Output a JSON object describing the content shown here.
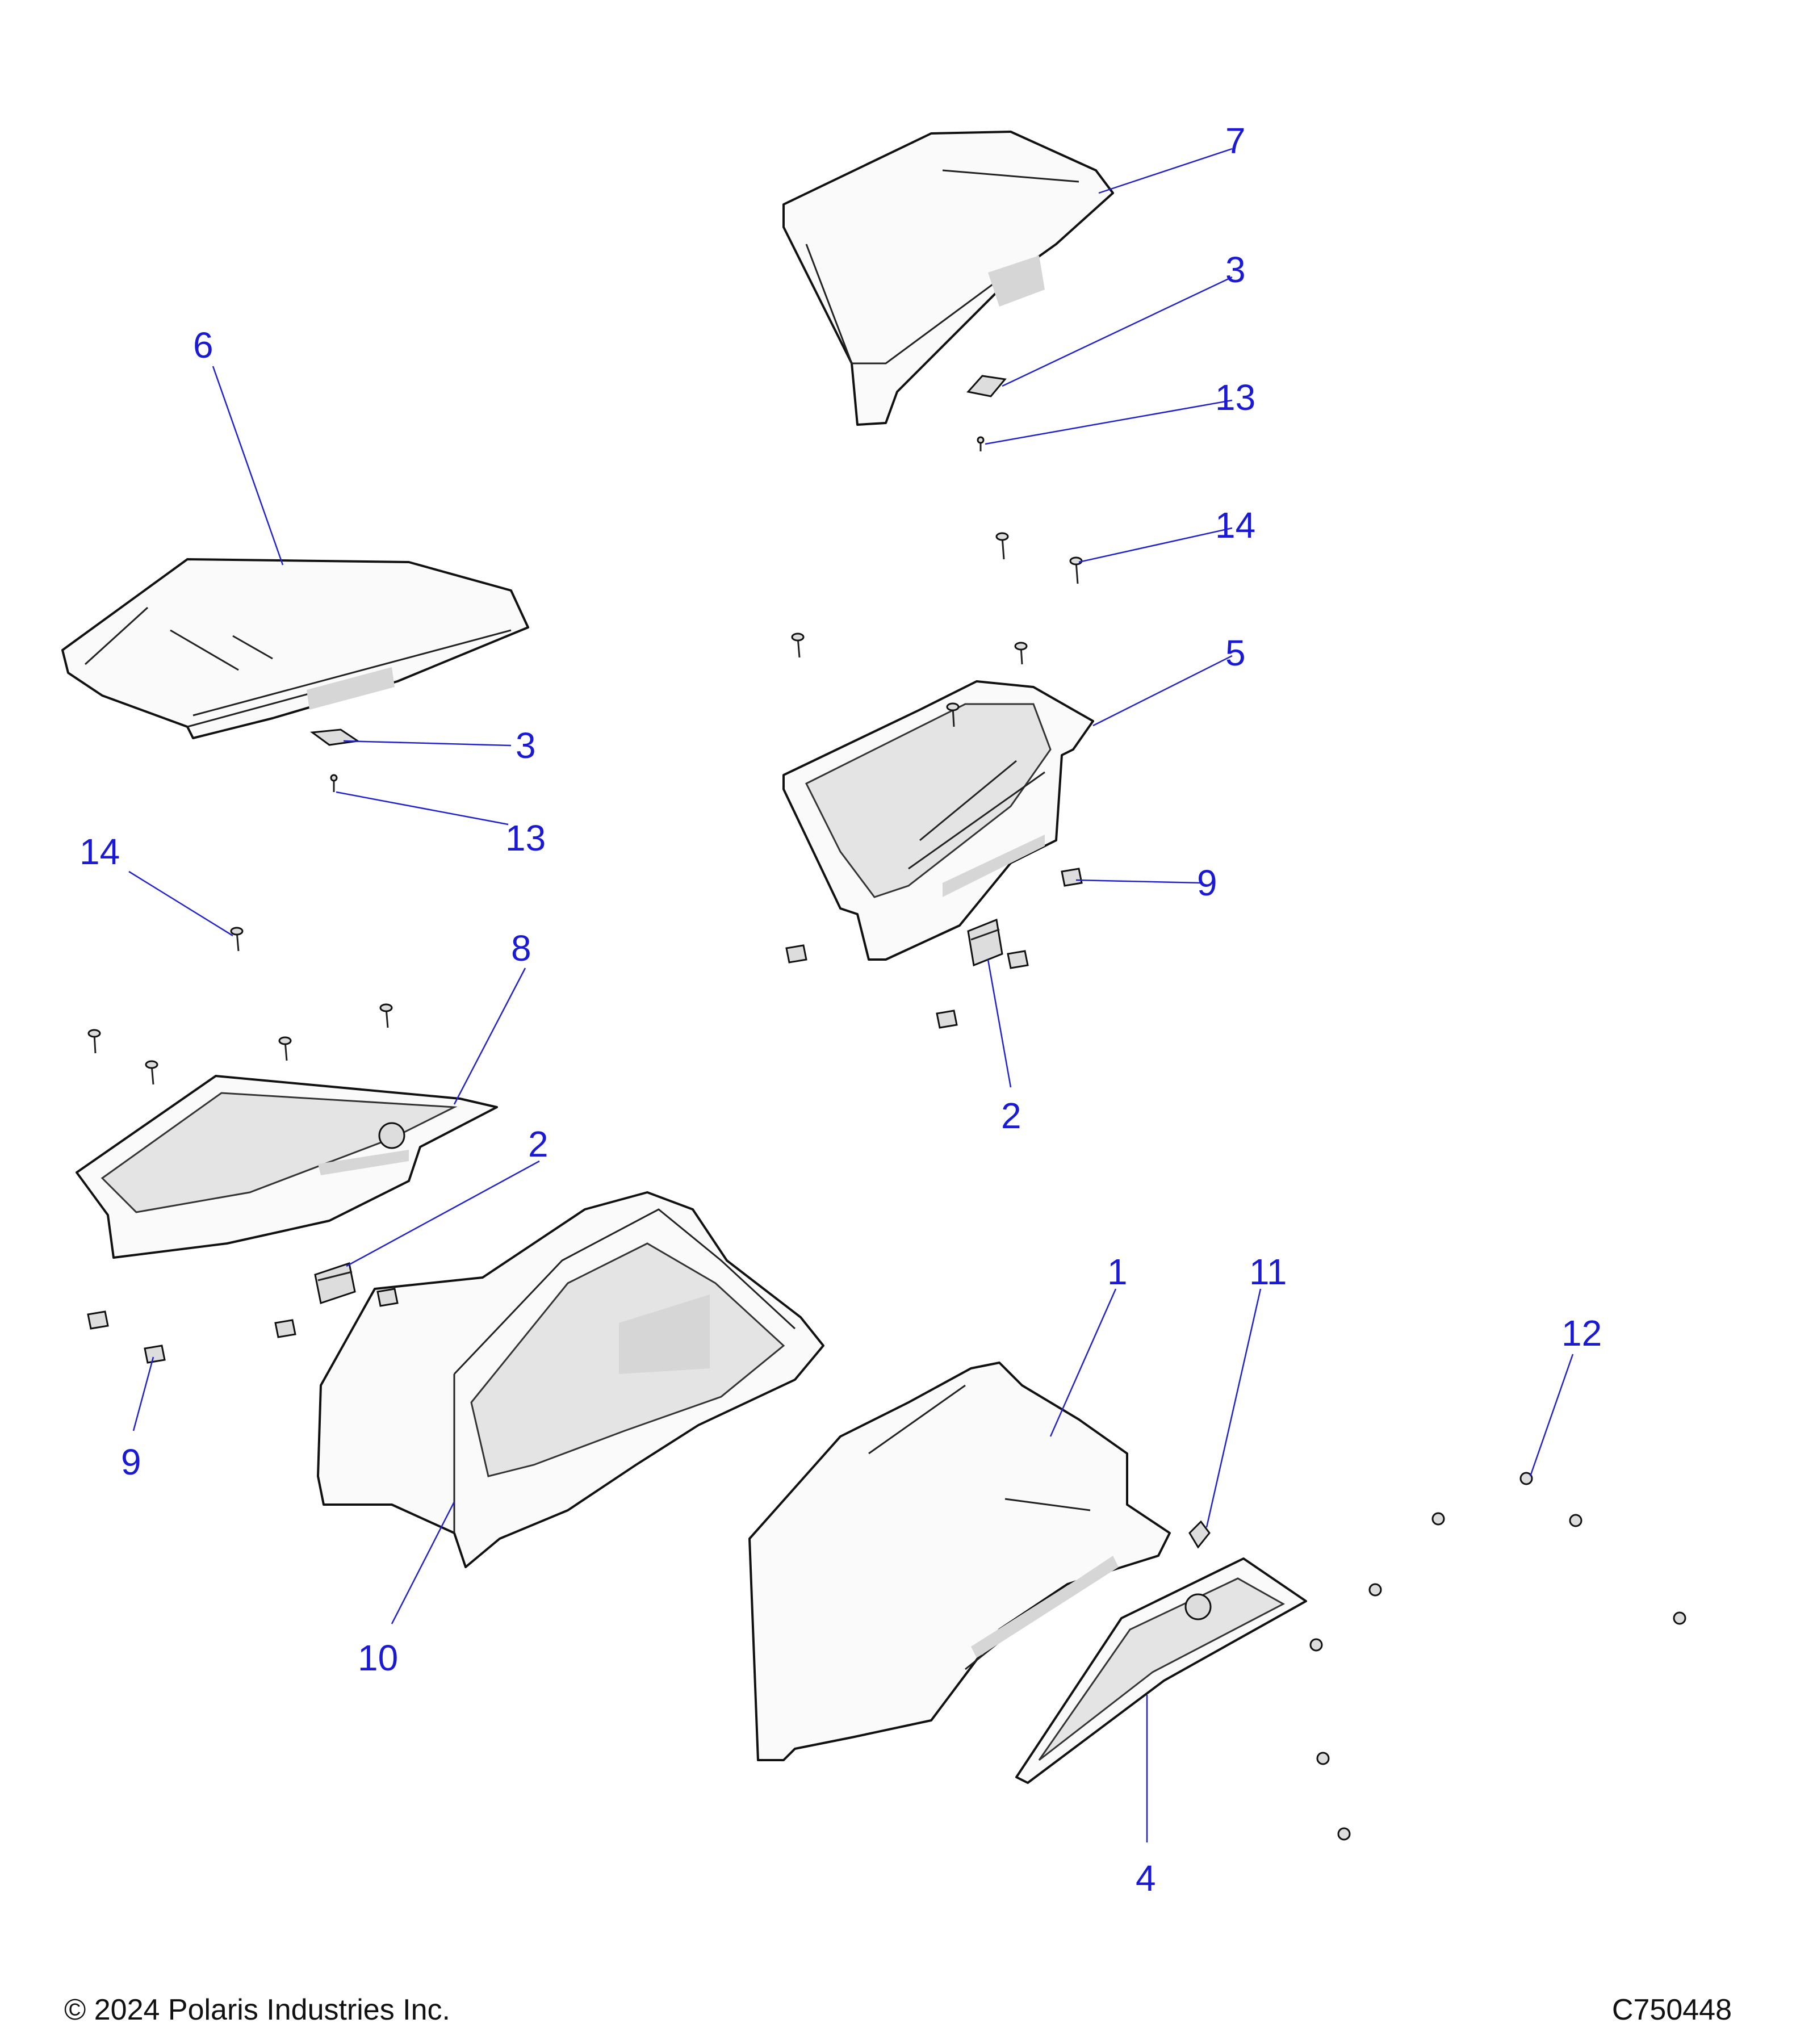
{
  "callouts": {
    "c1": "1",
    "c2a": "2",
    "c2b": "2",
    "c3a": "3",
    "c3b": "3",
    "c4": "4",
    "c5": "5",
    "c6": "6",
    "c7": "7",
    "c8": "8",
    "c9a": "9",
    "c9b": "9",
    "c10": "10",
    "c11": "11",
    "c12": "12",
    "c13a": "13",
    "c13b": "13",
    "c14a": "14",
    "c14b": "14"
  },
  "footer": {
    "copyright": "© 2024 Polaris Industries Inc.",
    "drawing_number": "C750448"
  },
  "colors": {
    "callout": "#1a1ad6",
    "leader": "#2222cc",
    "line_art": "#111111"
  }
}
